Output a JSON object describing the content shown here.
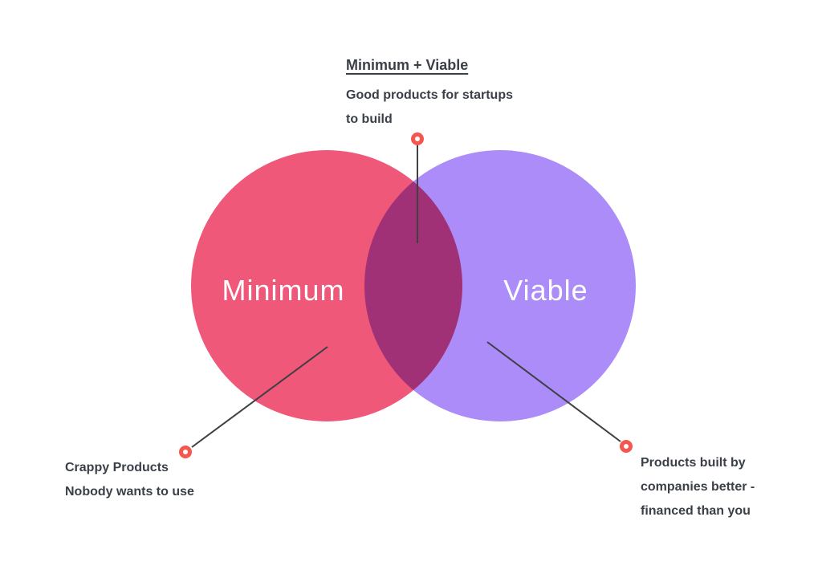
{
  "venn": {
    "left_label": "Minimum",
    "right_label": "Viable"
  },
  "annotations": {
    "top": {
      "title": "Minimum + Viable",
      "lines": [
        "Good products for startups",
        "to build"
      ]
    },
    "bottom_left": {
      "lines": [
        "Crappy Products",
        "Nobody wants to use"
      ]
    },
    "bottom_right": {
      "lines": [
        "Products built by",
        "companies better -",
        "financed than you"
      ]
    }
  },
  "colors": {
    "left_circle": "#f0587a",
    "right_circle": "#ab8cf8",
    "overlap": "#a33179",
    "marker_ring": "#f5574f",
    "connector_line": "#3f3f44",
    "annotation_text": "#3b4048",
    "circle_label_text": "#ffffff",
    "background": "#ffffff"
  }
}
